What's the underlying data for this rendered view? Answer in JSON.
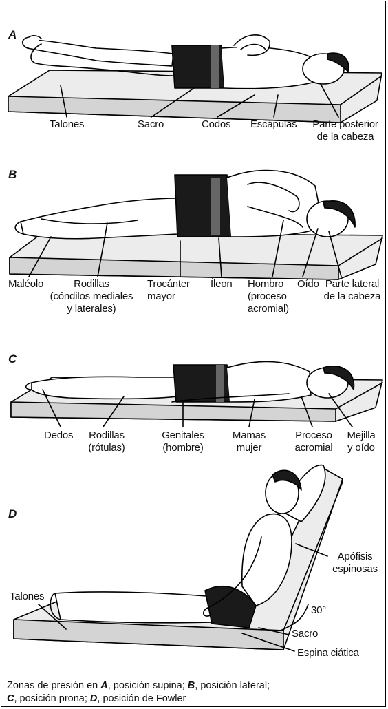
{
  "panels": {
    "a": {
      "letter": "A",
      "labels": {
        "talones": "Talones",
        "sacro": "Sacro",
        "codos": "Codos",
        "escapulas": "Escápulas",
        "cabeza_1": "Parte posterior",
        "cabeza_2": "de la cabeza"
      }
    },
    "b": {
      "letter": "B",
      "labels": {
        "maleolo": "Maléolo",
        "rodillas_1": "Rodillas",
        "rodillas_2": "(cóndilos mediales",
        "rodillas_3": "y laterales)",
        "trocanter_1": "Trocánter",
        "trocanter_2": "mayor",
        "ileon": "Íleon",
        "hombro_1": "Hombro",
        "hombro_2": "(proceso",
        "hombro_3": "acromial)",
        "oido": "Oído",
        "lateral_1": "Parte lateral",
        "lateral_2": "de la cabeza"
      }
    },
    "c": {
      "letter": "C",
      "labels": {
        "dedos": "Dedos",
        "rodillas_1": "Rodillas",
        "rodillas_2": "(rótulas)",
        "genitales_1": "Genitales",
        "genitales_2": "(hombre)",
        "mamas_1": "Mamas",
        "mamas_2": "mujer",
        "proceso_1": "Proceso",
        "proceso_2": "acromial",
        "mejilla_1": "Mejilla",
        "mejilla_2": "y oído"
      }
    },
    "d": {
      "letter": "D",
      "labels": {
        "talones": "Talones",
        "apofisis_1": "Apófisis",
        "apofisis_2": "espinosas",
        "angle": "30°",
        "sacro": "Sacro",
        "espina": "Espina ciática"
      }
    }
  },
  "caption": {
    "p1": "Zonas de presión en ",
    "a": "A",
    "p2": ", posición supina; ",
    "b": "B",
    "p3": ", posición lateral;",
    "c": "C",
    "p4": ", posición prona; ",
    "d": "D",
    "p5": ", posición de Fowler"
  },
  "colors": {
    "line": "#000000",
    "shorts": "#1a1a1a",
    "band": "#666666",
    "skin": "#ffffff",
    "mattress_top": "#ededed",
    "mattress_side": "#d0d0d0"
  }
}
